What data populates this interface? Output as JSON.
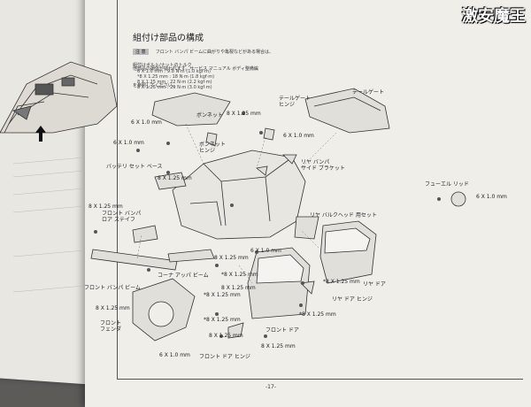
{
  "page": {
    "title": "組付け部品の構成",
    "caution_tag": "注 意",
    "caution_lines": [
      "フロント バンパ ビームに曲がりや亀裂などがある場合は、",
      "他部品の損傷が疑われます。サービス マニュアル ボディ整備編",
      "を参照してください。"
    ],
    "torque_title": "組付けボルト/ナットのトルク",
    "torque_list": [
      "6 X 1.0 mm : 9.8 N·m (1.0 kgf·m)",
      "*8 X 1.25 mm : 18 N·m (1.8 kgf·m)",
      "8 X 1.25 mm : 22 N·m (2.2 kgf·m)",
      "8 X 1.25 mm : 29 N·m (3.0 kgf·m)"
    ],
    "page_number": "-17-"
  },
  "labels": {
    "tailgate": "テールゲート",
    "tailgate_hinge": "テールゲート\nヒンジ",
    "bonnet": "ボンネット",
    "bonnet_hinge": "ボンネット\nヒンジ",
    "battery_set_base": "バッテリ セット ベース",
    "fuel_lid": "フューエル リッド",
    "rear_bumper_side_bracket": "リヤ バンパ\nサイド ブラケット",
    "rear_bulkhead_set": "リヤ バルクヘッド 用セット",
    "front_bumper_lower_stay": "フロント バンパ\nロア ステイフ",
    "corner_upper_beam": "コーナ アッパ ビーム",
    "front_bumper_beam": "フロント バンパ ビーム",
    "front_fender": "フロント\nフェンダ",
    "front_door": "フロント ドア",
    "front_door_hinge": "フロント ドア ヒンジ",
    "rear_door": "リヤ ドア",
    "rear_door_hinge": "リヤ ドア ヒンジ",
    "b6x10_a": "6 X 1.0 mm",
    "b6x10_b": "6 X 1.0 mm",
    "b6x10_c": "6 X 1.0 mm",
    "b6x10_d": "6 X 1.0 mm",
    "b6x10_e": "6 X 1.0 mm",
    "b6x10_f": "6 X 1.0 mm",
    "b8x125_a": "8 X 1.25 mm",
    "b8x125_b": "8 X 1.25 mm",
    "b8x125_c": "8 X 1.25 mm",
    "b8x125_d": "8 X 1.25 mm",
    "b8x125_e": "*8 X 1.25 mm",
    "b8x125_f": "8 X 1.25 mm",
    "b8x125_g": "*8 X 1.25 mm",
    "b8x125_h": "8 X 1.25 mm",
    "b8x125_i": "*8 X 1.25 mm",
    "b8x125_j": "*8 X 1.25 mm",
    "b8x125_k": "*8 X 1.25 mm",
    "b8x125_l": "8 X 1.25 mm",
    "b8x125_m": "8 X 1.25 mm"
  },
  "watermark": {
    "text": "激安魔王"
  },
  "colors": {
    "paper": "#efeee9",
    "ink": "#222222",
    "background": "#5d5b58"
  }
}
